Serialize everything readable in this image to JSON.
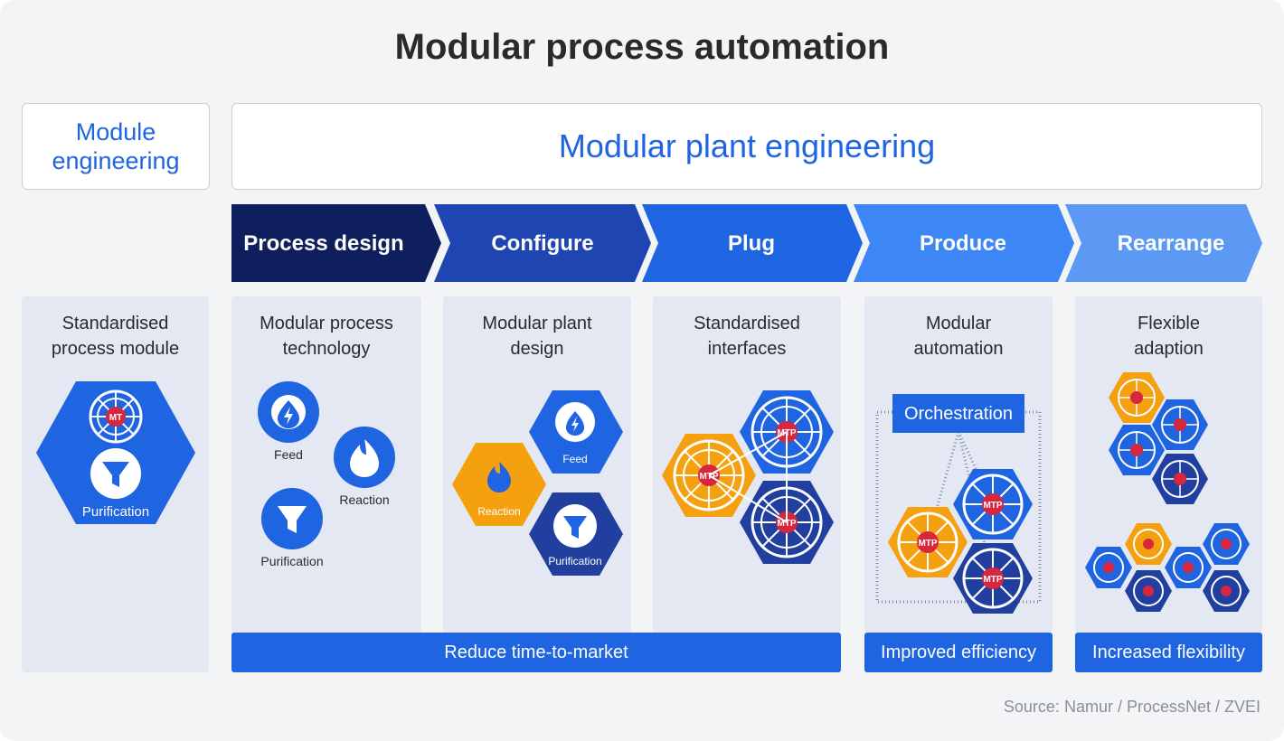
{
  "title": "Modular process automation",
  "header": {
    "module_engineering": "Module engineering",
    "plant_engineering": "Modular plant engineering"
  },
  "steps": [
    {
      "label": "Process design",
      "color": "#0f1e5c"
    },
    {
      "label": "Configure",
      "color": "#1f45b3"
    },
    {
      "label": "Plug",
      "color": "#1f64e0"
    },
    {
      "label": "Produce",
      "color": "#3d86f5"
    },
    {
      "label": "Rearrange",
      "color": "#5c99f5"
    }
  ],
  "columns": {
    "standardised_module": "Standardised\nprocess module",
    "process_technology": "Modular process\ntechnology",
    "plant_design": "Modular plant\ndesign",
    "interfaces": "Standardised\ninterfaces",
    "automation": "Modular\nautomation",
    "adaption": "Flexible\nadaption"
  },
  "labels": {
    "mt": "MT",
    "mtp": "MTP",
    "feed": "Feed",
    "reaction": "Reaction",
    "purification": "Purification",
    "orchestration": "Orchestration"
  },
  "outcomes": {
    "time_to_market": "Reduce time-to-market",
    "efficiency": "Improved efficiency",
    "flexibility": "Increased flexibility"
  },
  "source": "Source: Namur / ProcessNet / ZVEI",
  "colors": {
    "blue": "#1f64e0",
    "dark_blue": "#213f9e",
    "orange": "#f5a00f",
    "red": "#d7263d",
    "column_bg": "#e3e8f3"
  }
}
